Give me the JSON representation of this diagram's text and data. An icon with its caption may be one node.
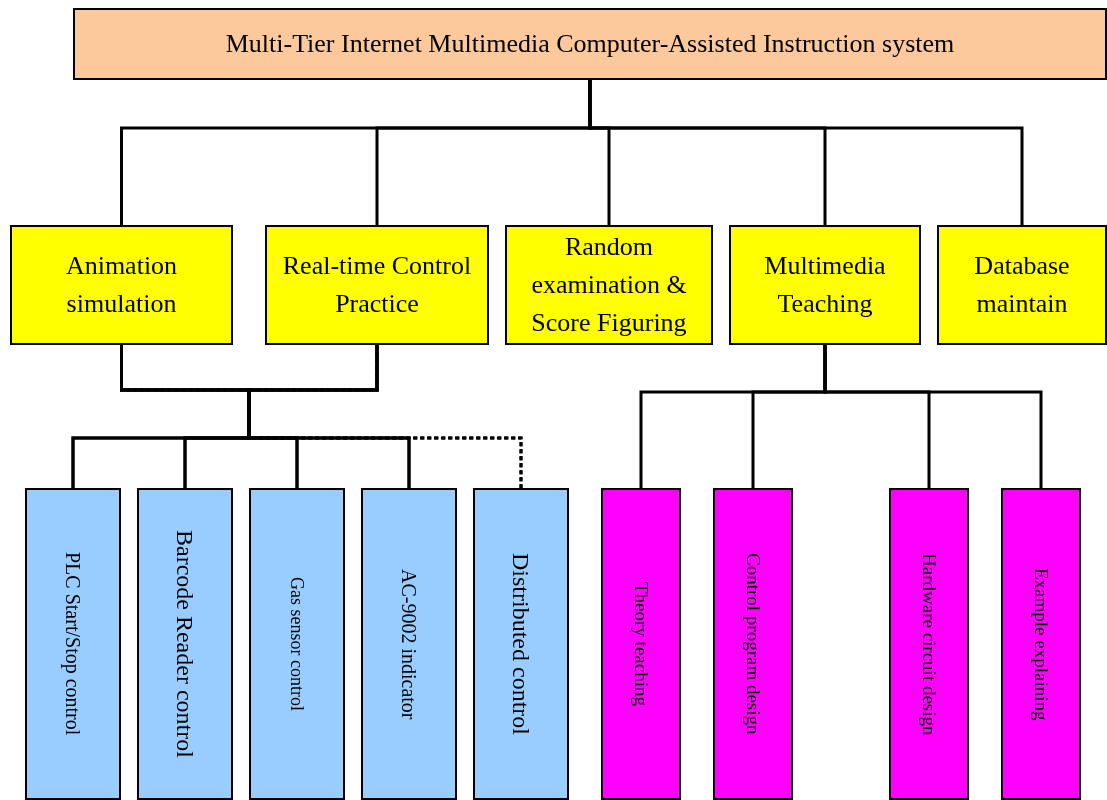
{
  "diagram": {
    "nodes": [
      {
        "text": [
          "Multi-Tier Internet Multimedia Computer-Assisted Instruction system"
        ]
      },
      {
        "text": [
          "Animation simulation"
        ]
      },
      {
        "text": [
          "Real-time Control Practice"
        ]
      },
      {
        "text": [
          "Random examination & Score Figuring"
        ]
      },
      {
        "text": [
          "Multimedia Teaching"
        ]
      },
      {
        "text": [
          "Database maintain"
        ]
      },
      {
        "text": [
          "PLC Start/Stop control"
        ]
      },
      {
        "text": [
          "Barcode Reader control"
        ]
      },
      {
        "text": [
          "Gas sensor control"
        ]
      },
      {
        "text": [
          "AC-9002 indicator"
        ]
      },
      {
        "text": [
          "Distributed control"
        ]
      },
      {
        "text": [
          "Theory teaching"
        ]
      },
      {
        "text": [
          "Control program design"
        ]
      },
      {
        "text": [
          "Hardware circuit design"
        ]
      },
      {
        "text": [
          "Example explaining"
        ]
      }
    ],
    "edges": [
      {
        "from": 0,
        "to": 1,
        "arrow": "none"
      },
      {
        "from": 0,
        "to": 2,
        "arrow": "none"
      },
      {
        "from": 0,
        "to": 3,
        "arrow": "none"
      },
      {
        "from": 0,
        "to": 4,
        "arrow": "none"
      },
      {
        "from": 0,
        "to": 5,
        "arrow": "none"
      },
      {
        "from": 1,
        "to": 6,
        "arrow": "none"
      },
      {
        "from": 1,
        "to": 7,
        "arrow": "none"
      },
      {
        "from": 1,
        "to": 8,
        "arrow": "none"
      },
      {
        "from": 1,
        "to": 9,
        "arrow": "none"
      },
      {
        "from": 1,
        "to": 10,
        "arrow": "none",
        "style": "dashed"
      },
      {
        "from": 2,
        "to": 6,
        "arrow": "none"
      },
      {
        "from": 2,
        "to": 7,
        "arrow": "none"
      },
      {
        "from": 2,
        "to": 8,
        "arrow": "none"
      },
      {
        "from": 2,
        "to": 9,
        "arrow": "none"
      },
      {
        "from": 2,
        "to": 10,
        "arrow": "none",
        "style": "dashed"
      },
      {
        "from": 4,
        "to": 11,
        "arrow": "none"
      },
      {
        "from": 4,
        "to": 12,
        "arrow": "none"
      },
      {
        "from": 4,
        "to": 13,
        "arrow": "none"
      },
      {
        "from": 4,
        "to": 14,
        "arrow": "none"
      }
    ]
  }
}
